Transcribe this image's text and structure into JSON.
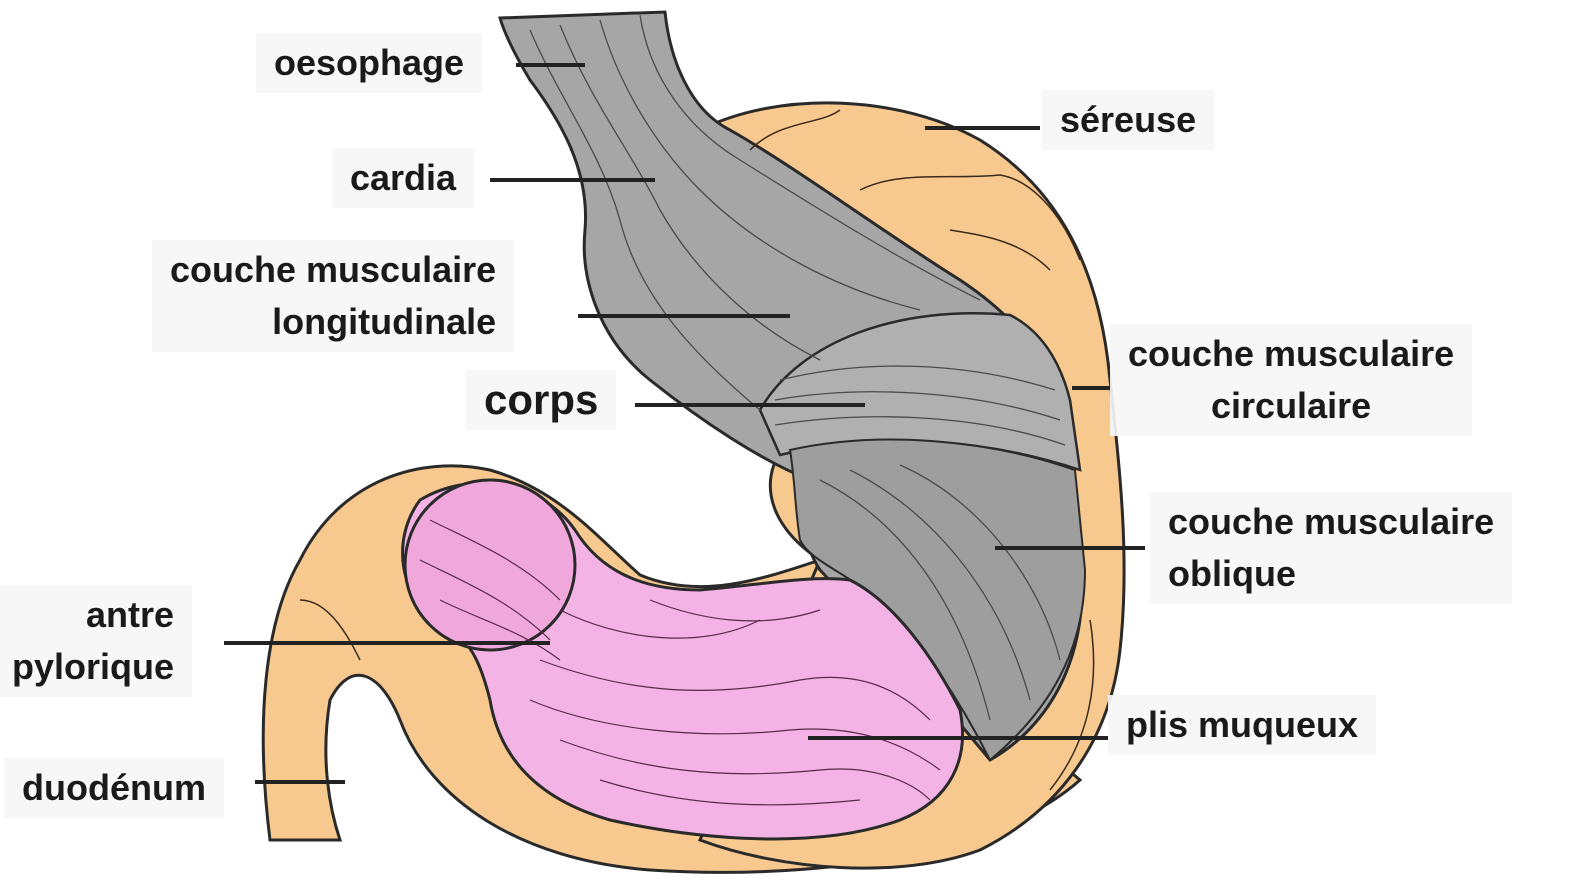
{
  "labels": {
    "oesophage": "oesophage",
    "cardia": "cardia",
    "couche_longitudinale": "couche musculaire\nlongitudinale",
    "corps": "corps",
    "sereuse": "séreuse",
    "couche_circulaire": "couche musculaire\ncirculaire",
    "couche_oblique": "couche musculaire\noblique",
    "antre_pylorique": "antre\npylorique",
    "plis_muqueux": "plis muqueux",
    "duodenum": "duodénum"
  },
  "colors": {
    "serosa": "#f8c98e",
    "muscle": "#a6a6a6",
    "mucosa": "#f3b3e4",
    "outline": "#2a2a2a"
  }
}
